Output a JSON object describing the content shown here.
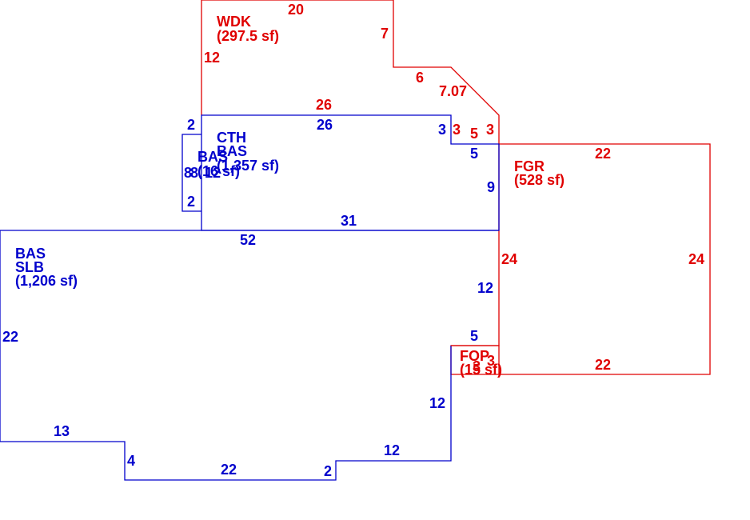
{
  "colors": {
    "red": "#e00000",
    "blue": "#0000cc",
    "background": "#ffffff"
  },
  "areas": {
    "wdk": {
      "code": "WDK",
      "area": "(297.5 sf)"
    },
    "cth": {
      "code1": "CTH",
      "code2": "BAS",
      "area": "(1,357 sf)"
    },
    "bas_small": {
      "code": "BAS",
      "area": "(16 sf)"
    },
    "bas_slb": {
      "code1": "BAS",
      "code2": "SLB",
      "area": "(1,206 sf)"
    },
    "fgr": {
      "code": "FGR",
      "area": "(528 sf)"
    },
    "fop": {
      "code": "FOP",
      "area": "(15 sf)"
    }
  },
  "dimensions": {
    "wdk_top": "20",
    "wdk_right": "7",
    "wdk_left": "12",
    "wdk_step": "6",
    "wdk_diag": "7.07",
    "wdk_bottom": "26",
    "wdk_stub_left": "3",
    "wdk_stub_mid": "5",
    "wdk_stub_right": "3",
    "cth_top": "26",
    "cth_notch_v": "3",
    "cth_notch_h": "5",
    "cth_right": "9",
    "cth_bottom": "31",
    "cth_left_a": "12",
    "small_top": "2",
    "small_left": "8",
    "small_right": "8",
    "small_bottom": "2",
    "fgr_top": "22",
    "fgr_left": "24",
    "fgr_right": "24",
    "fgr_bottom": "22",
    "fop_right": "3",
    "fop_left": "3",
    "bas_top": "52",
    "bas_left": "22",
    "bas_r12a": "12",
    "bas_r5": "5",
    "bas_r12b": "12",
    "bas_step12": "12",
    "bas_step2": "2",
    "bas_bottom22": "22",
    "bas_step4": "4",
    "bas_step13": "13"
  }
}
